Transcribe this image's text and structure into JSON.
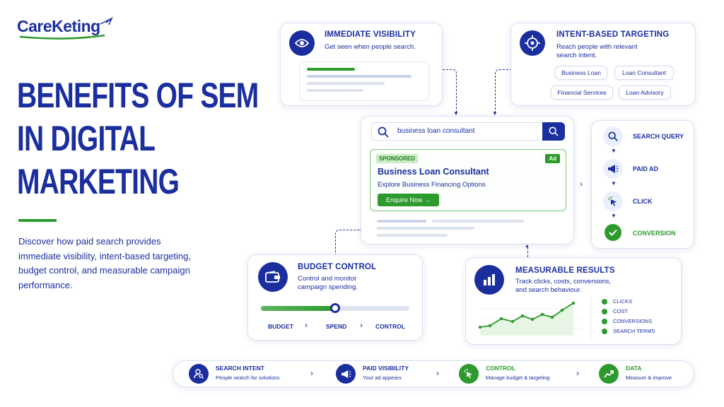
{
  "brand": {
    "logo_text": "CareKeting"
  },
  "hero": {
    "title_line1": "BENEFITS OF SEM",
    "title_line2": "IN DIGITAL",
    "title_line3": "MARKETING",
    "description_line1": "Discover how paid search provides",
    "description_line2": "immediate visibility, intent-based targeting,",
    "description_line3": "budget control, and measurable campaign",
    "description_line4": "performance."
  },
  "visibility_card": {
    "title": "IMMEDIATE VISIBILITY",
    "subtitle": "Get seen when people search.",
    "icon": "eye-icon"
  },
  "targeting_card": {
    "title": "INTENT-BASED TARGETING",
    "subtitle_line1": "Reach people with relevant",
    "subtitle_line2": "search intent.",
    "icon": "target-icon",
    "chips": [
      "Business Loan",
      "Loan Consultant",
      "Financial Services",
      "Loan Advisory"
    ]
  },
  "search": {
    "query": "business loan consultant",
    "ad": {
      "sponsored_label": "SPONSORED",
      "ad_badge": "Ad",
      "title": "Business Loan Consultant",
      "description": "Explore Business Financing Options",
      "cta": "Enquire Now →"
    }
  },
  "flow": {
    "steps": [
      {
        "label": "SEARCH QUERY",
        "icon": "search-icon"
      },
      {
        "label": "PAID AD",
        "icon": "megaphone-icon"
      },
      {
        "label": "CLICK",
        "icon": "cursor-click-icon"
      },
      {
        "label": "CONVERSION",
        "icon": "check-circle-icon"
      }
    ]
  },
  "budget_card": {
    "title": "BUDGET CONTROL",
    "subtitle_line1": "Control and monitor",
    "subtitle_line2": "campaign spending.",
    "icon": "wallet-icon",
    "slider_fraction": 0.5,
    "steps": [
      "BUDGET",
      "SPEND",
      "CONTROL"
    ]
  },
  "results_card": {
    "title": "MEASURABLE RESULTS",
    "subtitle_line1": "Track clicks, costs, conversions,",
    "subtitle_line2": "and search behaviour.",
    "icon": "bar-chart-icon",
    "metrics": [
      "CLICKS",
      "COST",
      "CONVERSIONS",
      "SEARCH TERMS"
    ]
  },
  "strip": [
    {
      "title": "SEARCH INTENT",
      "subtitle": "People search for solutions",
      "icon": "user-search-icon",
      "color": "#1b2e9e"
    },
    {
      "title": "PAID VISIBILITY",
      "subtitle": "Your ad appears",
      "icon": "megaphone-icon",
      "color": "#1b2e9e"
    },
    {
      "title": "CONTROL",
      "subtitle": "Manage budget & targeting",
      "icon": "cursor-click-icon",
      "color": "#2d9a2d"
    },
    {
      "title": "DATA",
      "subtitle": "Measure & improve",
      "icon": "trend-up-icon",
      "color": "#2d9a2d"
    }
  ],
  "colors": {
    "navy": "#1b2e9e",
    "green": "#2d9a2d"
  }
}
